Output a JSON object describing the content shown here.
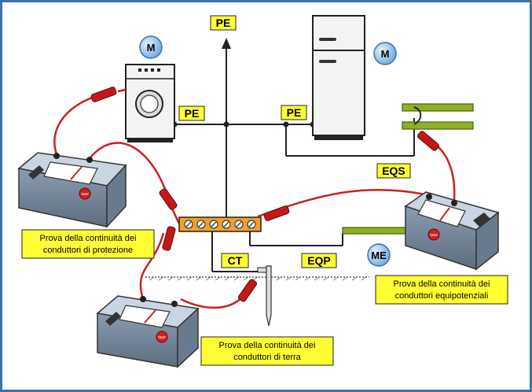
{
  "labels": {
    "pe_top": "PE",
    "pe_left": "PE",
    "pe_right": "PE",
    "eqs": "EQS",
    "ct": "CT",
    "eqp": "EQP",
    "motor_left": "M",
    "motor_right": "M",
    "me": "ME",
    "test_badge": "TEST"
  },
  "captions": {
    "protezione": [
      "Prova della continuità dei",
      "conduttori di protezione"
    ],
    "equipotenziali": [
      "Prova della continuità dei",
      "conduttori equipotenziali"
    ],
    "terra": [
      "Prova della continuità dei",
      "conduttori di terra"
    ]
  },
  "colors": {
    "frame": "#3a6fb0",
    "label_bg": "#ffff33",
    "cable": "#cc2020",
    "bar": "#f0a030",
    "pipe": "#8fb020",
    "badge": "#a8d0f0"
  }
}
